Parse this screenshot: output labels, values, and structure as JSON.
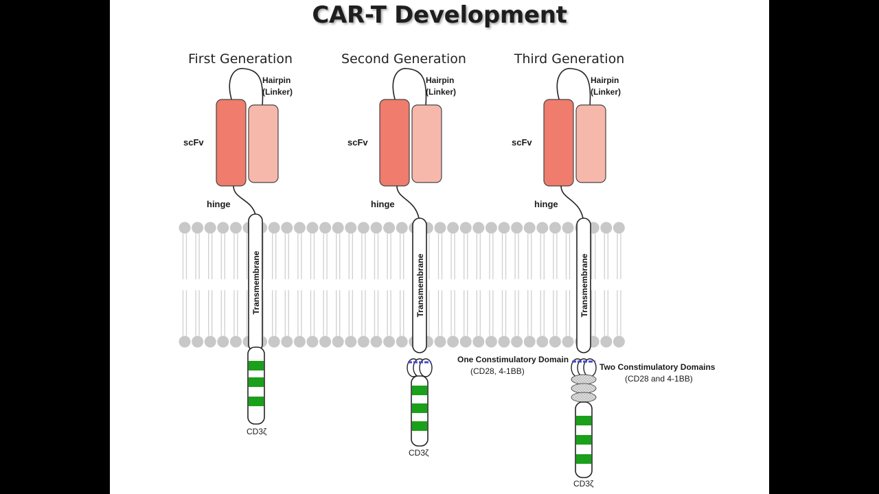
{
  "title": "CAR-T Development",
  "generations": [
    {
      "heading": "First Generation",
      "hairpin_line1": "Hairpin",
      "hairpin_line2": "(Linker)",
      "scfv_label": "scFv",
      "hinge_label": "hinge",
      "transmembrane_label": "Transmembrane",
      "costim_line1": "",
      "costim_line2": "",
      "cd3_label": "CD3ζ"
    },
    {
      "heading": "Second Generation",
      "hairpin_line1": "Hairpin",
      "hairpin_line2": "(Linker)",
      "scfv_label": "scFv",
      "hinge_label": "hinge",
      "transmembrane_label": "Transmembrane",
      "costim_line1": "One Constimulatory Domain",
      "costim_line2": "(CD28, 4-1BB)",
      "cd3_label": "CD3ζ"
    },
    {
      "heading": "Third Generation",
      "hairpin_line1": "Hairpin",
      "hairpin_line2": "(Linker)",
      "scfv_label": "scFv",
      "hinge_label": "hinge",
      "transmembrane_label": "Transmembrane",
      "costim_line1": "Two Constimulatory Domains",
      "costim_line2": "(CD28 and 4-1BB)",
      "cd3_label": "CD3ζ"
    }
  ],
  "colors": {
    "background": "#000000",
    "slide": "#ffffff",
    "heavy_chain": "#ef7c6c",
    "light_chain": "#f7b8ac",
    "lipid_head": "#c8c8c8",
    "lipid_tail": "#cfcfcf",
    "itam_green": "#1aa01a",
    "costim_marker": "#4a4ad0",
    "costim_fill": "#d9d9d9"
  }
}
